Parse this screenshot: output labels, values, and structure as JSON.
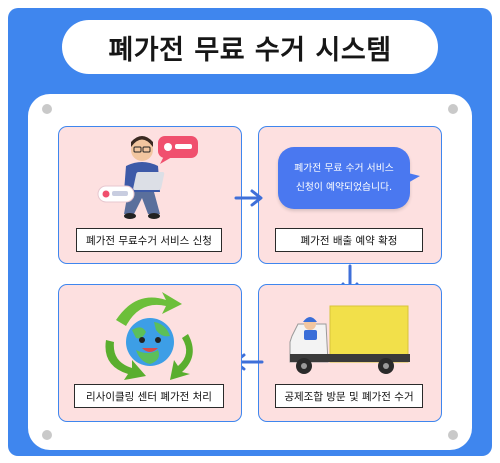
{
  "title": "폐가전 무료 수거 시스템",
  "steps": [
    {
      "label": "폐가전 무료수거 서비스 신청"
    },
    {
      "label": "폐가전 배출 예약 확정"
    },
    {
      "label": "공제조합 방문 및 폐가전 수거"
    },
    {
      "label": "리사이클링 센터 폐가전 처리"
    }
  ],
  "bubble": {
    "line1": "폐가전 무료 수거 서비스",
    "line2": "신청이 예약되었습니다."
  },
  "colors": {
    "frame": "#3f86ee",
    "card": "#fde0e0",
    "arrow": "#3f6fd8",
    "truck": "#f2e04a",
    "bubble": "#4a78f0"
  }
}
